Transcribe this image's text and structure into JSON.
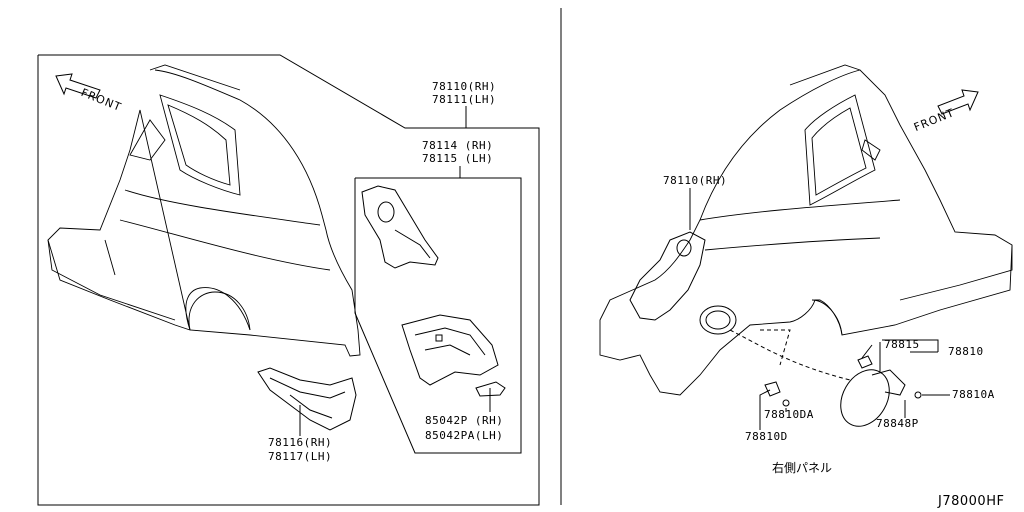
{
  "left_panel": {
    "front_label": "FRONT",
    "labels": {
      "p78110_rh": "78110(RH)",
      "p78111_lh": "78111(LH)",
      "p78114_rh": "78114 (RH)",
      "p78115_lh": "78115 (LH)",
      "p85042p_rh": "85042P (RH)",
      "p85042pa_lh": "85042PA(LH)",
      "p78116_rh": "78116(RH)",
      "p78117_lh": "78117(LH)"
    }
  },
  "right_panel": {
    "front_label": "FRONT",
    "labels": {
      "p78110_rh": "78110(RH)",
      "p78815": "78815",
      "p78810": "78810",
      "p78810a": "78810A",
      "p78848p": "78848P",
      "p78810da": "78810DA",
      "p78810d": "78810D"
    },
    "caption_jp": "右側パネル"
  },
  "diagram_code": "J78000HF"
}
